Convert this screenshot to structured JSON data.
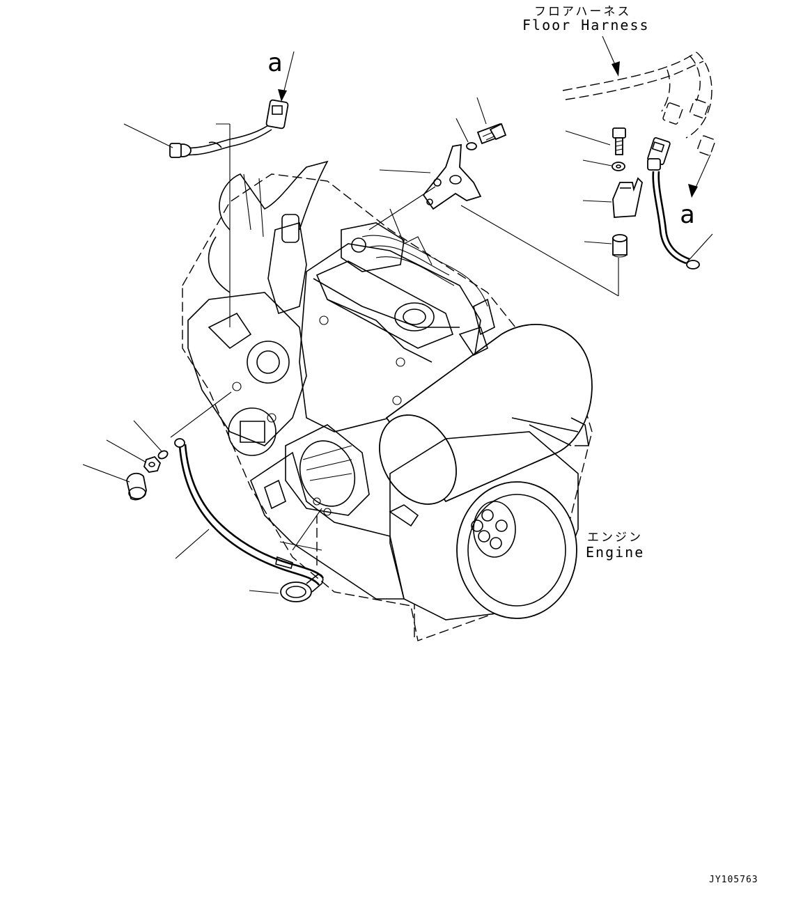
{
  "labels": {
    "floor_harness_jp": "フロアハーネス",
    "floor_harness_en": "Floor Harness",
    "engine_jp": "エンジン",
    "engine_en": "Engine",
    "callout_a_left": "a",
    "callout_a_right": "a",
    "drawing_code": "JY105763"
  },
  "icons": {
    "engine": "engine-drawing-icon",
    "harness": "wire-harness-icon",
    "connector": "connector-icon",
    "bolt": "bolt-icon",
    "washer": "washer-icon",
    "bracket": "bracket-icon",
    "spacer": "spacer-icon",
    "nut": "nut-icon",
    "cap": "terminal-cap-icon",
    "ground_cable": "ground-cable-icon",
    "clamp": "clamp-icon"
  }
}
